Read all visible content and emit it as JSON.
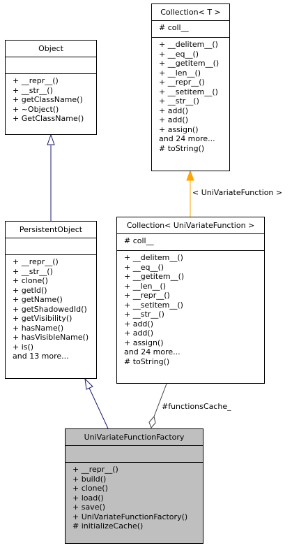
{
  "colors": {
    "inheritance_edge": "#191970",
    "template_edge": "#ffa500",
    "composition_edge": "#404040",
    "highlight_box": "#bfbfbf"
  },
  "classes": {
    "collection_t": {
      "name": "Collection< T >",
      "attributes": [
        "# coll__"
      ],
      "operations": [
        "+ __delitem__()",
        "+ __eq__()",
        "+ __getitem__()",
        "+ __len__()",
        "+ __repr__()",
        "+ __setitem__()",
        "+ __str__()",
        "+ add()",
        "+ add()",
        "+ assign()",
        "and 24 more...",
        "# toString()"
      ]
    },
    "object": {
      "name": "Object",
      "attributes": [],
      "operations": [
        "+ __repr__()",
        "+ __str__()",
        "+ getClassName()",
        "+ ~Object()",
        "+ GetClassName()"
      ]
    },
    "persistent_object": {
      "name": "PersistentObject",
      "attributes": [],
      "operations": [
        "+ __repr__()",
        "+ __str__()",
        "+ clone()",
        "+ getId()",
        "+ getName()",
        "+ getShadowedId()",
        "+ getVisibility()",
        "+ hasName()",
        "+ hasVisibleName()",
        "+ is()",
        "and 13 more..."
      ]
    },
    "collection_uvf": {
      "name": "Collection< UniVariateFunction >",
      "attributes": [
        "# coll__"
      ],
      "operations": [
        "+ __delitem__()",
        "+ __eq__()",
        "+ __getitem__()",
        "+ __len__()",
        "+ __repr__()",
        "+ __setitem__()",
        "+ __str__()",
        "+ add()",
        "+ add()",
        "+ assign()",
        "and 24 more...",
        "# toString()"
      ]
    },
    "factory": {
      "name": "UniVariateFunctionFactory",
      "attributes": [],
      "operations": [
        "+ __repr__()",
        "+ build()",
        "+ clone()",
        "+ load()",
        "+ save()",
        "+ UniVariateFunctionFactory()",
        "# initializeCache()"
      ]
    }
  },
  "edge_labels": {
    "template_binding": "< UniVariateFunction >",
    "composition": "#functionsCache_"
  }
}
